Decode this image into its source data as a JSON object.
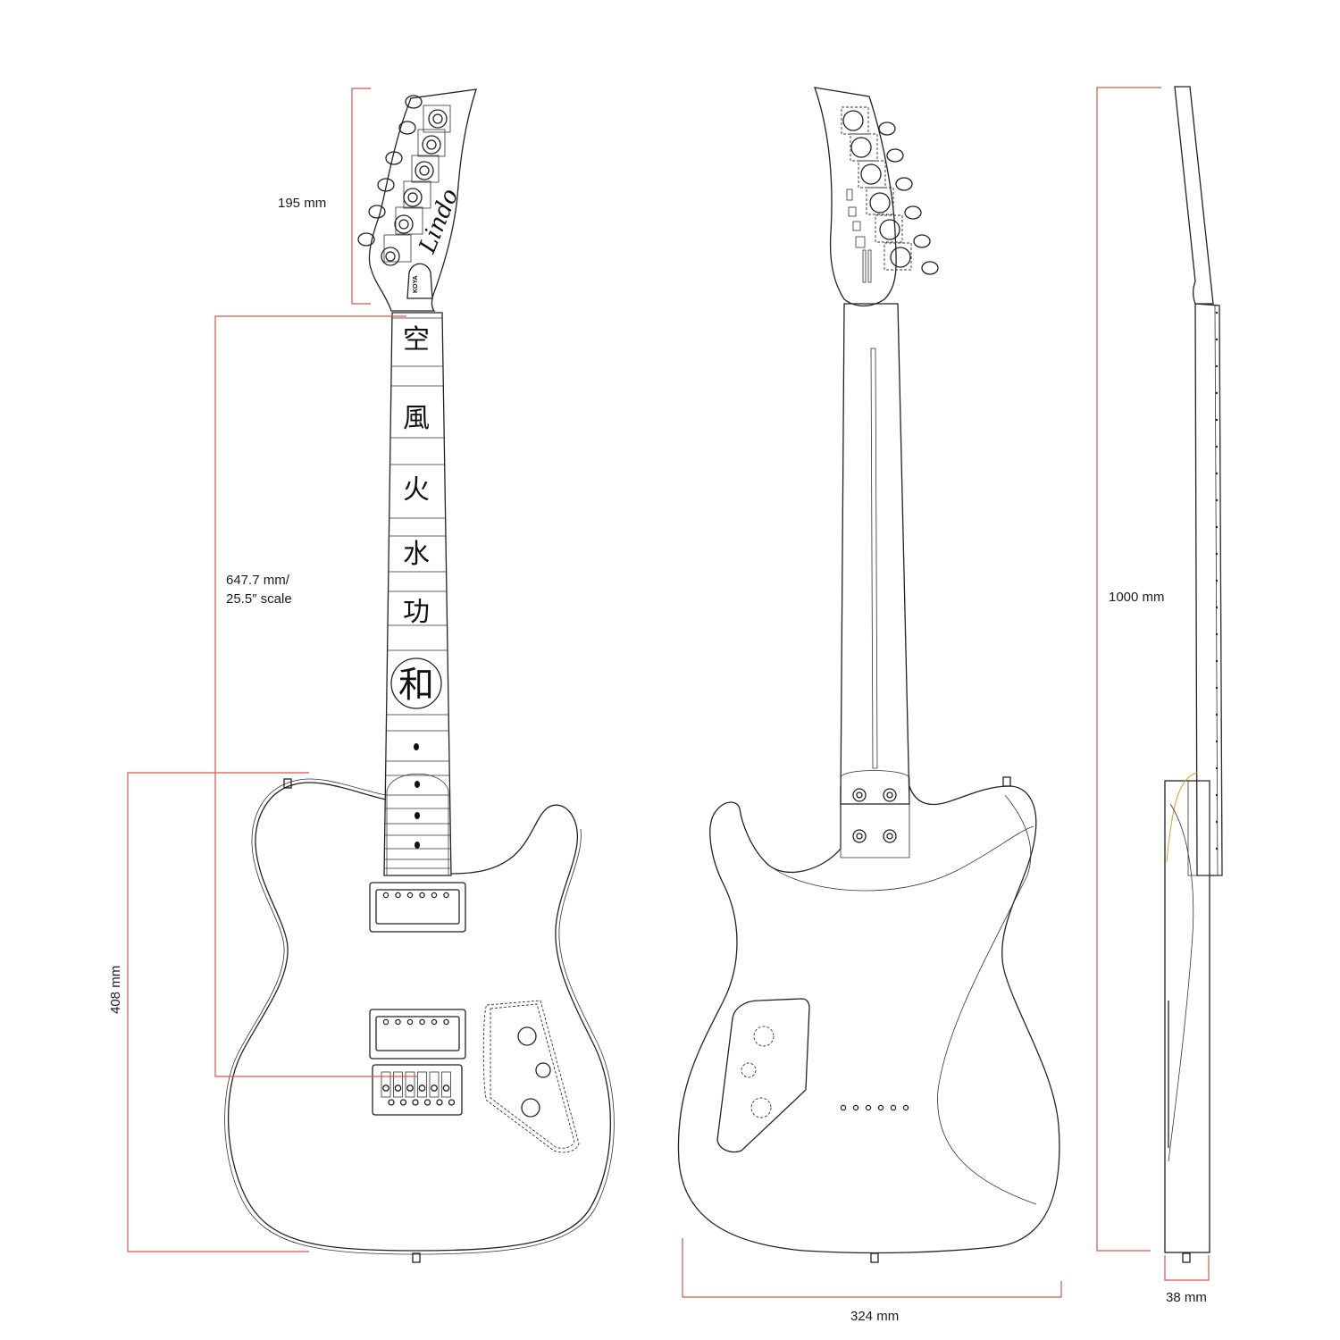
{
  "dimensions": {
    "headstock_length": "195 mm",
    "scale_line1": "647.7 mm/",
    "scale_line2": "25.5″ scale",
    "body_length": "408 mm",
    "overall_length": "1000 mm",
    "body_width": "324 mm",
    "body_thickness": "38 mm"
  },
  "headstock": {
    "brand": "Lindo",
    "truss_cover": "KOYA"
  },
  "inlays": [
    "空",
    "風",
    "火",
    "水",
    "功",
    "和"
  ],
  "colors": {
    "outline": "#222222",
    "dimension_line": "#d9534f",
    "background": "#ffffff"
  }
}
